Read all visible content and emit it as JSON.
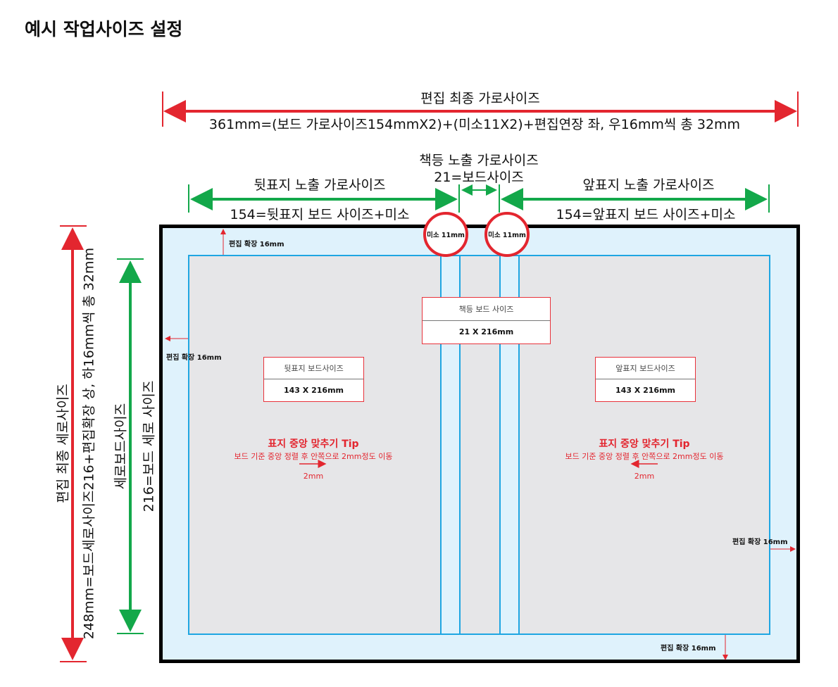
{
  "title": "예시 작업사이즈 설정",
  "total_width": {
    "label": "편집 최종 가로사이즈",
    "formula": "361mm=(보드 가로사이즈154mmX2)+(미소11X2)+편집연장 좌, 우16mm씩 총 32mm"
  },
  "back_width": {
    "label": "뒷표지 노출 가로사이즈",
    "formula": "154=뒷표지 보드 사이즈+미소"
  },
  "spine_width": {
    "label": "책등 노출 가로사이즈",
    "formula": "21=보드사이즈"
  },
  "front_width": {
    "label": "앞표지 노출 가로사이즈",
    "formula": "154=앞표지 보드 사이즈+미소"
  },
  "total_height": {
    "label": "편집 최종 세로사이즈",
    "formula": "248mm=보드세로사이즈216+편집확장 상, 하16mm씩 총 32mm"
  },
  "board_height": {
    "label": "세로보드사이즈",
    "formula": "216=보드 세로 사이즈"
  },
  "miso": [
    "미소 11mm",
    "미소 11mm"
  ],
  "extension": {
    "top": "편집 확장 16mm",
    "left": "편집 확장 16mm",
    "right": "편집 확장 16mm",
    "bottom": "편집 확장 16mm"
  },
  "spine_box": {
    "label": "책등 보드 사이즈",
    "value": "21 X 216mm"
  },
  "back_box": {
    "label": "뒷표지 보드사이즈",
    "value": "143 X 216mm"
  },
  "front_box": {
    "label": "앞표지 보드사이즈",
    "value": "143 X 216mm"
  },
  "tip_back": {
    "title": "표지 중앙 맞추기 Tip",
    "desc": "보드 기준 중앙 정렬 후 안쪽으로 2mm정도 이동",
    "amount": "2mm"
  },
  "tip_front": {
    "title": "표지 중앙 맞추기 Tip",
    "desc": "보드 기준 중앙 정렬 후 안쪽으로 2mm정도 이동",
    "amount": "2mm"
  },
  "colors": {
    "red": "#e3262f",
    "green": "#13a84a",
    "blue": "#1ea6e2",
    "frame_fill": "#dff2fc",
    "board": "#e6e6e8"
  }
}
